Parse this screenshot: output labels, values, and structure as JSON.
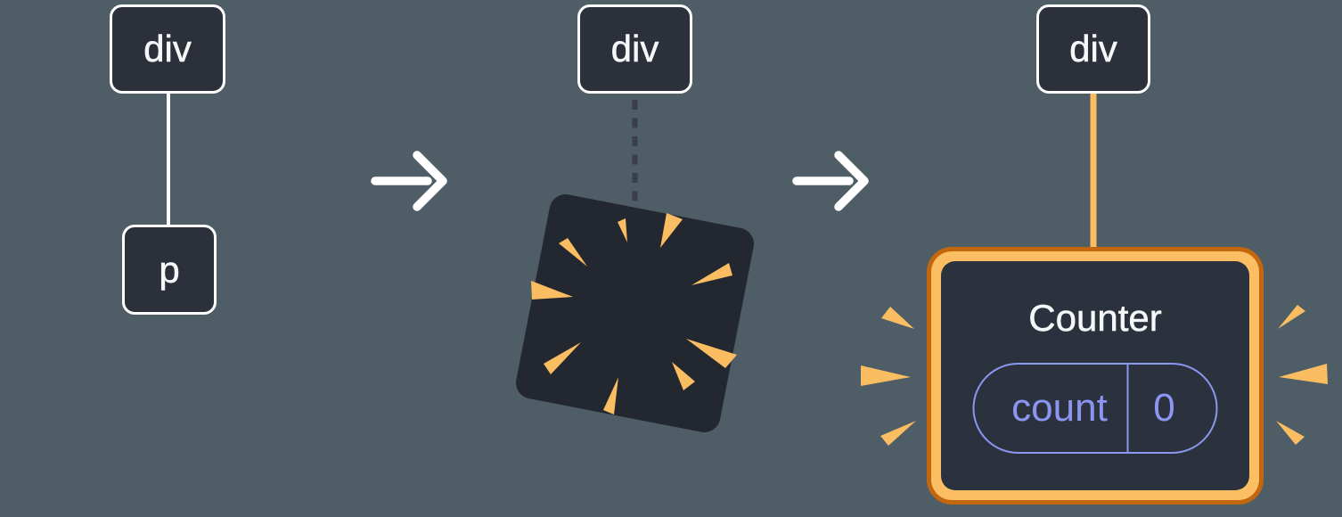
{
  "canvas": {
    "background": "#4E5D66"
  },
  "palette": {
    "node_fill": "#2B303B",
    "node_border": "#FFFFFF",
    "text_light": "#F6F7F9",
    "spark": "#FABD62",
    "card_border_outer": "#C3670F",
    "card_border_inner": "#FBBE63",
    "card_fill": "#2C323D",
    "state_accent": "#8A96F0",
    "dashed_edge": "#3A404B",
    "arrow": "#FFFFFF"
  },
  "step1": {
    "parent_node": "div",
    "child_node": "p"
  },
  "step2": {
    "parent_node": "div"
  },
  "step3": {
    "parent_node": "div",
    "counter": {
      "title": "Counter",
      "state_name": "count",
      "state_value": "0"
    }
  }
}
